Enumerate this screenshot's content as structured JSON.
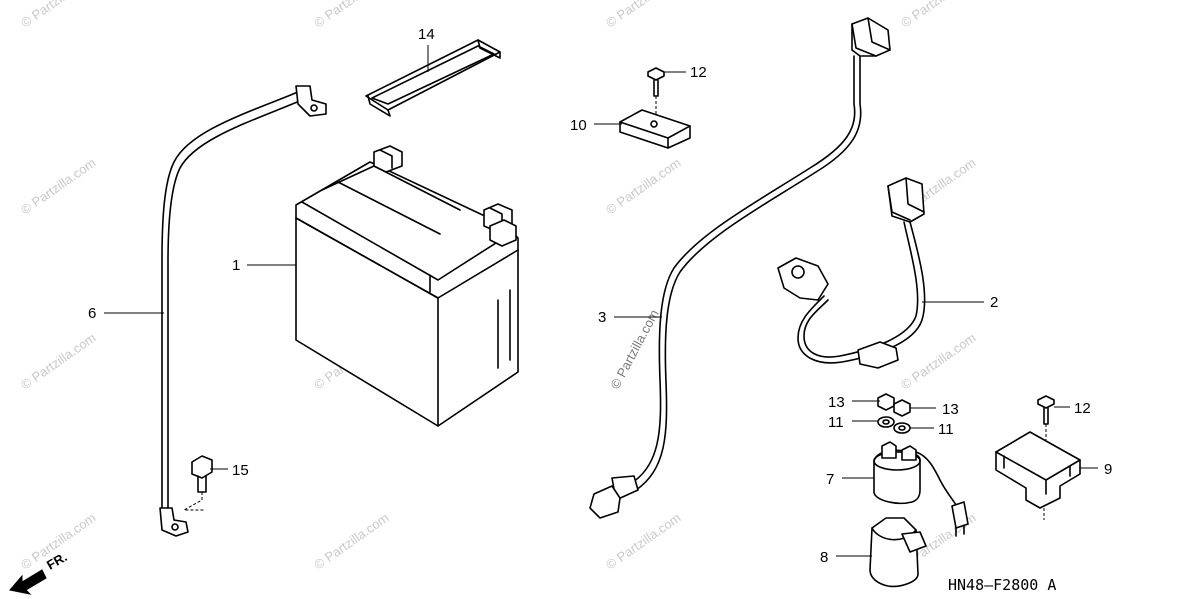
{
  "callouts": {
    "c1": "1",
    "c2": "2",
    "c3": "3",
    "c6": "6",
    "c7": "7",
    "c8": "8",
    "c9": "9",
    "c10": "10",
    "c11a": "11",
    "c11b": "11",
    "c12a": "12",
    "c12b": "12",
    "c13a": "13",
    "c13b": "13",
    "c14": "14",
    "c15": "15"
  },
  "diagram_code": "HN48—F2800 A",
  "front_arrow_label": "FR.",
  "watermark": "© Partzilla.com"
}
